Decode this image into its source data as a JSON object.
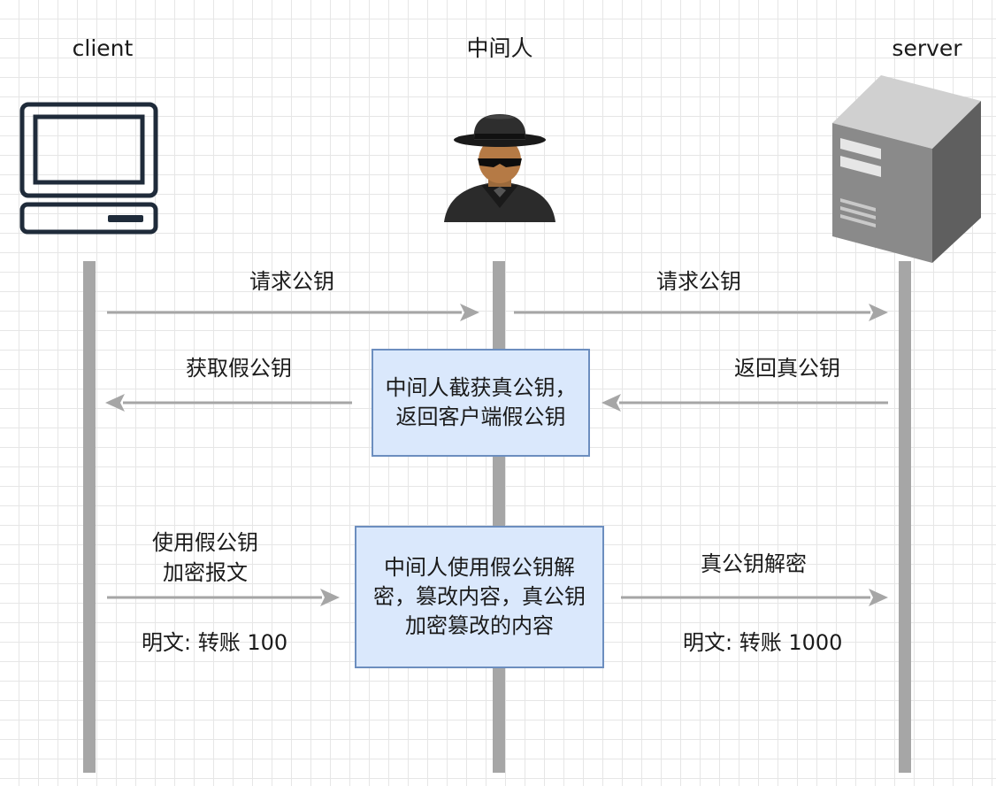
{
  "actors": {
    "client": "client",
    "mitm": "中间人",
    "server": "server"
  },
  "icons": {
    "client": "desktop-computer-icon",
    "mitm": "spy-hacker-icon",
    "server": "server-tower-icon"
  },
  "messages": {
    "request_key_left": "请求公钥",
    "request_key_right": "请求公钥",
    "get_fake_key": "获取假公钥",
    "return_real_key": "返回真公钥",
    "encrypt_fake_line1": "使用假公钥",
    "encrypt_fake_line2": "加密报文",
    "plaintext_left": "明文: 转账 100",
    "decrypt_real": "真公钥解密",
    "plaintext_right": "明文: 转账 1000"
  },
  "notes": {
    "intercept": "中间人截获真公钥，返回客户端假公钥",
    "tamper": "中间人使用假公钥解密，篡改内容，真公钥加密篡改的内容"
  },
  "colors": {
    "note_fill": "#dae8fc",
    "note_border": "#6c8ebf",
    "lifeline": "#a6a6a6",
    "arrow": "#a6a6a6"
  }
}
